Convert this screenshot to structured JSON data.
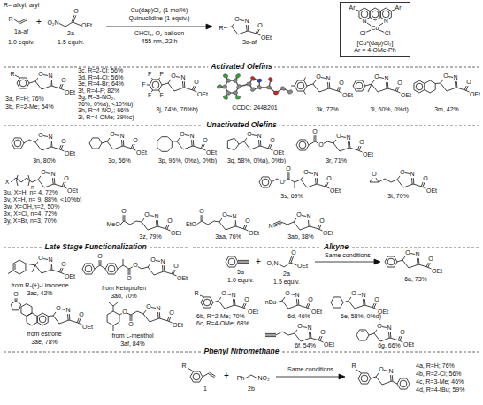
{
  "diagram": {
    "nodes": [
      {
        "text": [
          "[Cuᴵᴵ(dap)Cl₂]",
          "Ar = 4-OMe-Ph"
        ]
      }
    ],
    "labels": [
      "R= alkyl, aryl",
      "R",
      "1a-af",
      "1.0 equiv.",
      "+",
      "O₂N",
      "O",
      "OEt",
      "2a",
      "1.5 equiv.",
      "Cu(dap)Cl₂ (1 mol%)",
      "Quinuclidine (1 equiv.)",
      "CHCl₃, O₂ balloon",
      "455 nm, 22 h",
      "R",
      "O",
      "N",
      "O",
      "OEt",
      "3a-af",
      "Ar",
      "Ar",
      "N",
      "N",
      "Cu",
      "Cl",
      "Cl",
      "Activated Olefins",
      "R",
      "O",
      "N",
      "O",
      "OEt",
      "3a, R=H; 76%",
      "3b, R=2-Me; 54%",
      "3c, R=2-Cl; 56%",
      "3d, R=4-Cl; 56%",
      "3e, R=4-Br; 64%",
      "3f, R=4-F; 82%",
      "3g, R=3-NO₂;",
      "76%, 0%a), <10%b)",
      "3h, R=4-NO₂; 66%",
      "3i, R=4-OMe; 39%c)",
      "F",
      "F",
      "F",
      "F",
      "F",
      "O",
      "N",
      "O",
      "OEt",
      "3j, 74%, 76%b)",
      "CCDC: 2448201",
      "O",
      "N",
      "O",
      "OEt",
      "3k, 72%",
      "O",
      "N",
      "O",
      "OEt",
      "3l, 60%, 0%d)",
      "O",
      "N",
      "O",
      "OEt",
      "3m, 42%",
      "Unactivated Olefins",
      "O",
      "N",
      "O",
      "OEt",
      "3n, 80%",
      "O",
      "N",
      "O",
      "OEt",
      "3o, 56%",
      "O",
      "N",
      "O",
      "OEt",
      "3p, 96%, 0%a), 0%b)",
      "O",
      "N",
      "O",
      "OEt",
      "3q, 58%, 0%a), 0%b)",
      "O",
      "O",
      "O",
      "N",
      "O",
      "OEt",
      "3r, 71%",
      "X",
      "n",
      "O",
      "N",
      "O",
      "OEt",
      "3u, X=H, n= 4, 72%",
      "3v, X=H, n= 9, 88%, <10%b)",
      "3w, X=OH,n=2, 50%",
      "3x, X=Cl, n=4, 72%",
      "3y, X=Br, n=3, 70%",
      "O",
      "O",
      "O",
      "N",
      "O",
      "OEt",
      "3s, 69%",
      "O",
      "O",
      "N",
      "O",
      "OEt",
      "3t, 70%",
      "MeO",
      "O",
      "O",
      "N",
      "O",
      "OEt",
      "3z, 79%",
      "EtO",
      "O",
      "O",
      "N",
      "O",
      "OEt",
      "3aa, 76%",
      "N",
      "O",
      "N",
      "O",
      "OEt",
      "3ab, 38%",
      "Late Stage Functionalization",
      "Alkyne",
      "O",
      "N",
      "O",
      "OEt",
      "from R-(+)-Limonene",
      "3ac, 42%",
      "O",
      "O",
      "O",
      "O",
      "N",
      "O",
      "OEt",
      "from Ketoprofen",
      "3ad, 70%",
      "O",
      "O",
      "N",
      "O",
      "OEt",
      "from estrone",
      "3ae, 78%",
      "O",
      "O",
      "O",
      "N",
      "O",
      "OEt",
      "from L-menthol",
      "3af, 84%",
      "5a",
      "1.0 equiv.",
      "+",
      "O₂N",
      "O",
      "OEt",
      "2a",
      "1.5 equiv.",
      "Same conditions",
      "O",
      "N",
      "O",
      "OEt",
      "6a, 73%",
      "R",
      "O",
      "N",
      "O",
      "OEt",
      "6b, R=2-Me; 70%",
      "6c, R=4-OMe; 68%",
      "nBu",
      "O",
      "N",
      "O",
      "OEt",
      "6d, 46%",
      "O",
      "N",
      "O",
      "OEt",
      "6e, 58%, 0%d)",
      "O",
      "N",
      "O",
      "OEt",
      "6f, 54%",
      "O",
      "N",
      "O",
      "OEt",
      "6g, 66%",
      "Phenyl Nitromethane",
      "R",
      "1",
      "+",
      "Ph",
      "NO₂",
      "2b",
      "Same conditions",
      "R",
      "O",
      "N",
      "4a, R=H; 76%",
      "4b, R=2-Cl; 56%",
      "4c, R=3-Me; 46%",
      "4d, R=4-tBu; 59%"
    ]
  }
}
